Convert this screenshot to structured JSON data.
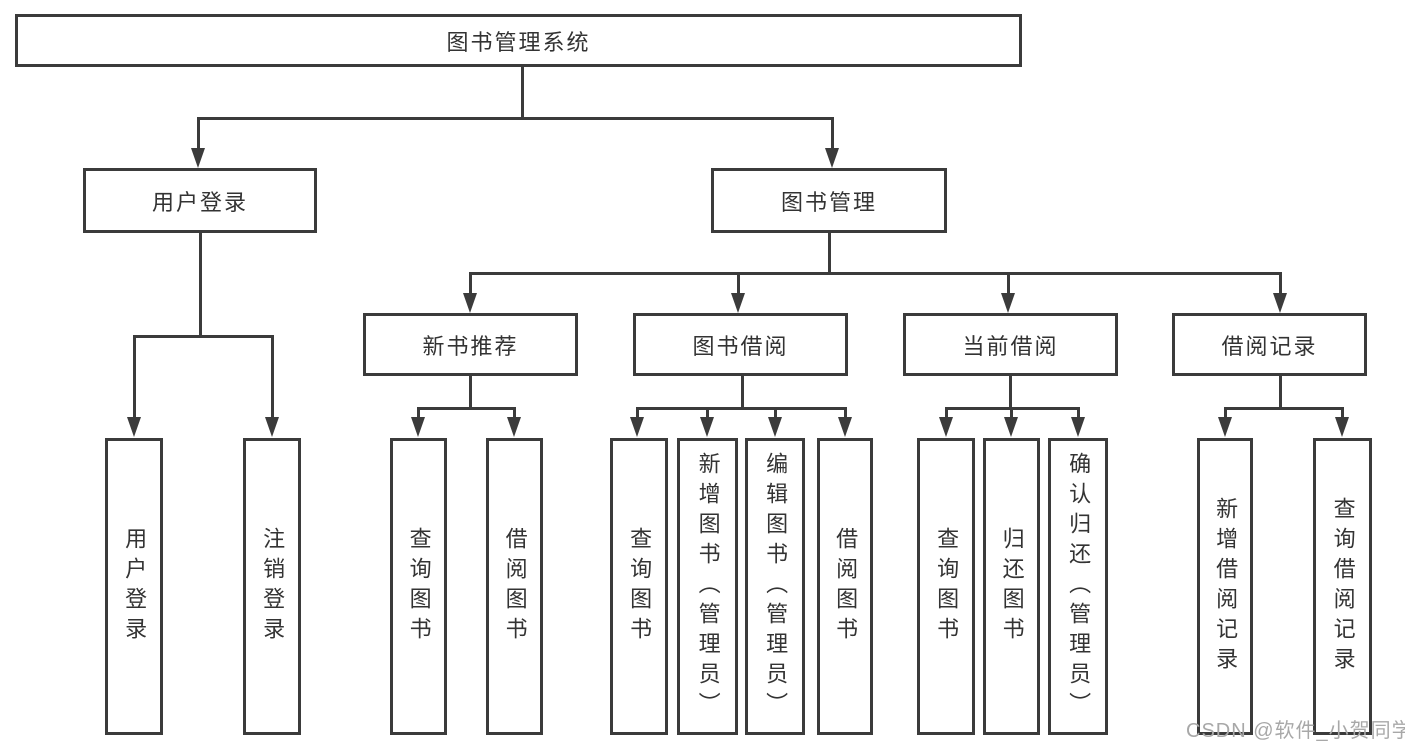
{
  "diagram": {
    "root": {
      "label": "图书管理系统"
    },
    "branches": [
      {
        "label": "用户登录",
        "children": [
          {
            "label": "用户登录"
          },
          {
            "label": "注销登录"
          }
        ]
      },
      {
        "label": "图书管理",
        "children": [
          {
            "label": "新书推荐",
            "children": [
              {
                "label": "查询图书"
              },
              {
                "label": "借阅图书"
              }
            ]
          },
          {
            "label": "图书借阅",
            "children": [
              {
                "label": "查询图书"
              },
              {
                "label": "新增图书（管理员）"
              },
              {
                "label": "编辑图书（管理员）"
              },
              {
                "label": "借阅图书"
              }
            ]
          },
          {
            "label": "当前借阅",
            "children": [
              {
                "label": "查询图书"
              },
              {
                "label": "归还图书"
              },
              {
                "label": "确认归还（管理员）"
              }
            ]
          },
          {
            "label": "借阅记录",
            "children": [
              {
                "label": "新增借阅记录"
              },
              {
                "label": "查询借阅记录"
              }
            ]
          }
        ]
      }
    ]
  },
  "watermark": {
    "text": "CSDN @软件_小贺同学",
    "color": "#a8a8a8"
  },
  "colors": {
    "line": "#3b3b3b",
    "text": "#333333",
    "background": "#ffffff"
  }
}
